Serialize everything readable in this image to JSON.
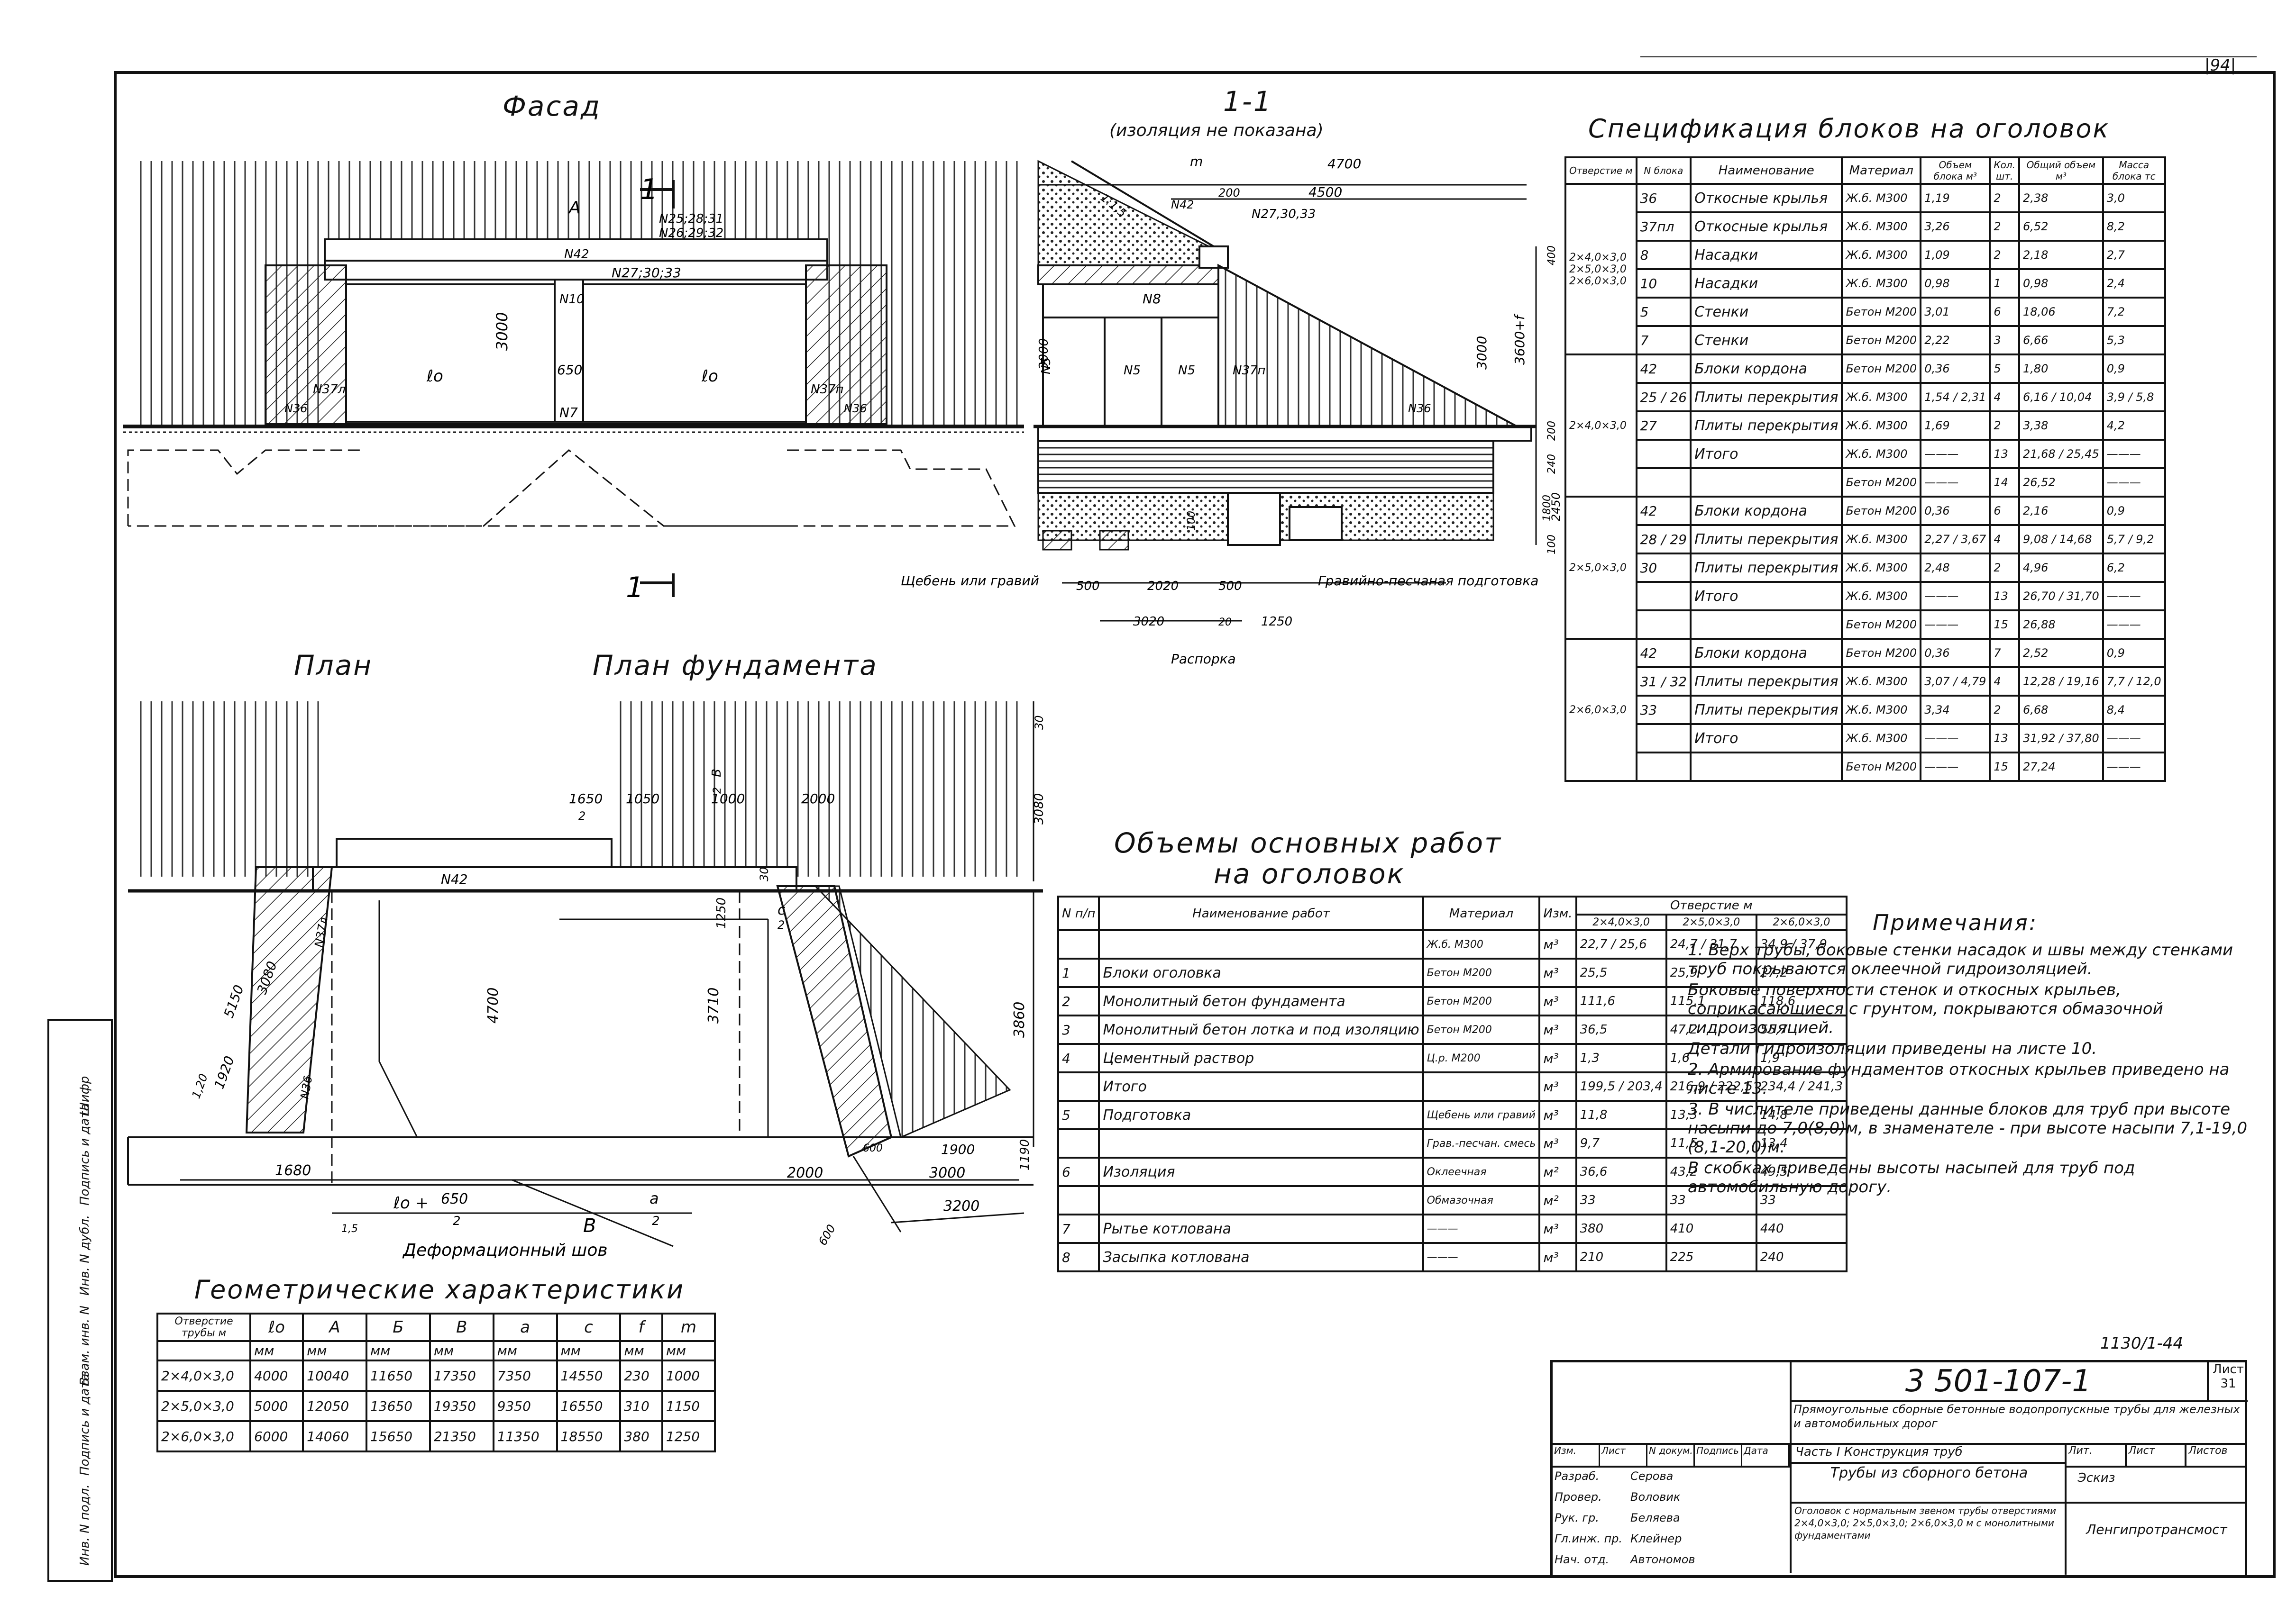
{
  "sheet": {
    "page_no": "|94|",
    "code": "1130/1-44",
    "drawing_no": "3 501-107-1",
    "sheet_label": "Лист",
    "sheet_value": "31"
  },
  "titles": {
    "fasad": "Фасад",
    "section": "1-1",
    "section_note": "(изоляция не показана)",
    "plan": "План",
    "plan_found": "План фундамента",
    "geom": "Геометрические характеристики",
    "volumes_1": "Объемы основных работ",
    "volumes_2": "на оголовок",
    "spec": "Спецификация блоков на оголовок",
    "notes": "Примечания:"
  },
  "fasad_labels": [
    "A",
    "N25;28;31",
    "N26;29;32",
    "N42",
    "N27;30;33",
    "N10",
    "3000",
    "ℓo",
    "ℓo",
    "650",
    "N7",
    "N37л",
    "N37п",
    "N36",
    "N36"
  ],
  "section_labels": [
    "m",
    "4700",
    "1:1,5",
    "N42",
    "200",
    "4500",
    "N27,30,33",
    "N8",
    "N5",
    "N5",
    "N5",
    "N37п",
    "N36",
    "3000",
    "3000",
    "3600+f",
    "400",
    "200",
    "240",
    "100",
    "1800",
    "2450",
    "500",
    "2020",
    "500",
    "3020",
    "20",
    "1250",
    "100"
  ],
  "section_leaders": [
    "Щебень или гравий",
    "Гравийно-песчаная подготовка",
    "Распорка"
  ],
  "plan_labels": [
    "1680",
    "650",
    "2",
    "ℓo +",
    "B",
    "a",
    "2",
    "2000",
    "3000",
    "3200",
    "1900",
    "600",
    "1190",
    "3860",
    "4700",
    "3710",
    "1250",
    "30",
    "c",
    "2",
    "N42",
    "N36",
    "N37л",
    "5150",
    "3080",
    "1920",
    "1,20",
    "1650",
    "2",
    "1050",
    "1000",
    "B",
    "2",
    "2000",
    "30",
    "3080",
    "600",
    "1,5"
  ],
  "plan_leaders": [
    "Деформационный шов"
  ],
  "geom": {
    "headers": [
      "Отверстие трубы м",
      "ℓo",
      "A",
      "Б",
      "B",
      "a",
      "c",
      "f",
      "m"
    ],
    "units": [
      "",
      "мм",
      "мм",
      "мм",
      "мм",
      "мм",
      "мм",
      "мм",
      "мм"
    ],
    "rows": [
      [
        "2×4,0×3,0",
        "4000",
        "10040",
        "11650",
        "17350",
        "7350",
        "14550",
        "230",
        "1000"
      ],
      [
        "2×5,0×3,0",
        "5000",
        "12050",
        "13650",
        "19350",
        "9350",
        "16550",
        "310",
        "1150"
      ],
      [
        "2×6,0×3,0",
        "6000",
        "14060",
        "15650",
        "21350",
        "11350",
        "18550",
        "380",
        "1250"
      ]
    ]
  },
  "volumes": {
    "h_no": "N п/п",
    "h_name": "Наименование работ",
    "h_mat": "Материал",
    "h_unit": "Изм.",
    "h_open": "Отверстие м",
    "cols": [
      "2×4,0×3,0",
      "2×5,0×3,0",
      "2×6,0×3,0"
    ],
    "rows": [
      {
        "no": "",
        "name": "",
        "mat": "Ж.б. М300",
        "unit": "м³",
        "v": [
          "22,7 / 25,6",
          "24,7 / 31,7",
          "34,9 / 37,9"
        ]
      },
      {
        "no": "1",
        "name": "Блоки оголовка",
        "mat": "Бетон М200",
        "unit": "м³",
        "v": [
          "25,5",
          "25,9",
          "27,2"
        ]
      },
      {
        "no": "2",
        "name": "Монолитный бетон фундамента",
        "mat": "Бетон М200",
        "unit": "м³",
        "v": [
          "111,6",
          "115,1",
          "118,6"
        ]
      },
      {
        "no": "3",
        "name": "Монолитный бетон лотка и под изоляцию",
        "mat": "Бетон М200",
        "unit": "м³",
        "v": [
          "36,5",
          "47,2",
          "55,7"
        ]
      },
      {
        "no": "4",
        "name": "Цементный раствор",
        "mat": "Ц.р. М200",
        "unit": "м³",
        "v": [
          "1,3",
          "1,6",
          "1,9"
        ]
      },
      {
        "no": "",
        "name": "Итого",
        "mat": "",
        "unit": "м³",
        "v": [
          "199,5 / 203,4",
          "216,9 / 222,5",
          "234,4 / 241,3"
        ]
      },
      {
        "no": "5",
        "name": "Подготовка",
        "mat": "Щебень или гравий",
        "unit": "м³",
        "v": [
          "11,8",
          "13,3",
          "14,8"
        ]
      },
      {
        "no": "",
        "name": "",
        "mat": "Грав.-песчан. смесь",
        "unit": "м³",
        "v": [
          "9,7",
          "11,5",
          "13,4"
        ]
      },
      {
        "no": "6",
        "name": "Изоляция",
        "mat": "Оклеечная",
        "unit": "м²",
        "v": [
          "36,6",
          "43,2",
          "49,5"
        ]
      },
      {
        "no": "",
        "name": "",
        "mat": "Обмазочная",
        "unit": "м²",
        "v": [
          "33",
          "33",
          "33"
        ]
      },
      {
        "no": "7",
        "name": "Рытье котлована",
        "mat": "———",
        "unit": "м³",
        "v": [
          "380",
          "410",
          "440"
        ]
      },
      {
        "no": "8",
        "name": "Засыпка котлована",
        "mat": "———",
        "unit": "м³",
        "v": [
          "210",
          "225",
          "240"
        ]
      }
    ]
  },
  "spec": {
    "h_open": "Отверстие м",
    "h_no": "N блока",
    "h_name": "Наименование",
    "h_mat": "Материал",
    "h_vol": "Объем блока м³",
    "h_qty": "Кол. шт.",
    "h_total": "Общий объем м³",
    "h_mass": "Масса блока тс",
    "groups": [
      {
        "label": "2×4,0×3,0 2×5,0×3,0 2×6,0×3,0",
        "rows": [
          [
            "36",
            "Откосные крылья",
            "Ж.б. М300",
            "1,19",
            "2",
            "2,38",
            "3,0"
          ],
          [
            "37пл",
            "Откосные крылья",
            "Ж.б. М300",
            "3,26",
            "2",
            "6,52",
            "8,2"
          ],
          [
            "8",
            "Насадки",
            "Ж.б. М300",
            "1,09",
            "2",
            "2,18",
            "2,7"
          ],
          [
            "10",
            "Насадки",
            "Ж.б. М300",
            "0,98",
            "1",
            "0,98",
            "2,4"
          ],
          [
            "5",
            "Стенки",
            "Бетон М200",
            "3,01",
            "6",
            "18,06",
            "7,2"
          ],
          [
            "7",
            "Стенки",
            "Бетон М200",
            "2,22",
            "3",
            "6,66",
            "5,3"
          ]
        ]
      },
      {
        "label": "2×4,0×3,0",
        "rows": [
          [
            "42",
            "Блоки кордона",
            "Бетон М200",
            "0,36",
            "5",
            "1,80",
            "0,9"
          ],
          [
            "25 / 26",
            "Плиты перекрытия",
            "Ж.б. М300",
            "1,54 / 2,31",
            "4",
            "6,16 / 10,04",
            "3,9 / 5,8"
          ],
          [
            "27",
            "Плиты перекрытия",
            "Ж.б. М300",
            "1,69",
            "2",
            "3,38",
            "4,2"
          ],
          [
            "",
            "Итого",
            "Ж.б. М300",
            "———",
            "13",
            "21,68 / 25,45",
            "———"
          ],
          [
            "",
            "",
            "Бетон М200",
            "———",
            "14",
            "26,52",
            "———"
          ]
        ]
      },
      {
        "label": "2×5,0×3,0",
        "rows": [
          [
            "42",
            "Блоки кордона",
            "Бетон М200",
            "0,36",
            "6",
            "2,16",
            "0,9"
          ],
          [
            "28 / 29",
            "Плиты перекрытия",
            "Ж.б. М300",
            "2,27 / 3,67",
            "4",
            "9,08 / 14,68",
            "5,7 / 9,2"
          ],
          [
            "30",
            "Плиты перекрытия",
            "Ж.б. М300",
            "2,48",
            "2",
            "4,96",
            "6,2"
          ],
          [
            "",
            "Итого",
            "Ж.б. М300",
            "———",
            "13",
            "26,70 / 31,70",
            "———"
          ],
          [
            "",
            "",
            "Бетон М200",
            "———",
            "15",
            "26,88",
            "———"
          ]
        ]
      },
      {
        "label": "2×6,0×3,0",
        "rows": [
          [
            "42",
            "Блоки кордона",
            "Бетон М200",
            "0,36",
            "7",
            "2,52",
            "0,9"
          ],
          [
            "31 / 32",
            "Плиты перекрытия",
            "Ж.б. М300",
            "3,07 / 4,79",
            "4",
            "12,28 / 19,16",
            "7,7 / 12,0"
          ],
          [
            "33",
            "Плиты перекрытия",
            "Ж.б. М300",
            "3,34",
            "2",
            "6,68",
            "8,4"
          ],
          [
            "",
            "Итого",
            "Ж.б. М300",
            "———",
            "13",
            "31,92 / 37,80",
            "———"
          ],
          [
            "",
            "",
            "Бетон М200",
            "———",
            "15",
            "27,24",
            "———"
          ]
        ]
      }
    ]
  },
  "notes": [
    "1. Верх трубы, боковые стенки насадок и швы между стенками труб покрываются оклеечной гидроизоляцией.",
    "Боковые поверхности стенок и откосных крыльев, соприкасающиеся с грунтом, покрываются обмазочной гидроизоляцией.",
    "Детали гидроизоляции приведены на листе 10.",
    "2. Армирование фундаментов откосных крыльев приведено на листе 13.",
    "3. В числителе приведены данные блоков для труб при высоте насыпи до 7,0(8,0)м, в знаменателе - при высоте насыпи 7,1-19,0 (8,1-20,0)м.",
    "В скобках приведены высоты насыпей для труб под автомобильную дорогу."
  ],
  "stamp": {
    "cols": [
      "Изм.",
      "Лист",
      "N докум.",
      "Подпись",
      "Дата"
    ],
    "people": [
      [
        "Разраб.",
        "Серова"
      ],
      [
        "Провер.",
        "Воловик"
      ],
      [
        "Рук. гр.",
        "Беляева"
      ],
      [
        "Гл.инж. пр.",
        "Клейнер"
      ],
      [
        "Нач. отд.",
        "Автономов"
      ]
    ],
    "project": "Прямоугольные сборные бетонные водопропускные трубы для железных и автомобильных дорог",
    "part": "Часть I Конструкция труб",
    "lit": "Лит.",
    "list": "Лист",
    "lists": "Листов",
    "title1": "Трубы из сборного бетона",
    "title2": "Оголовок с нормальным звеном трубы отверстиями 2×4,0×3,0; 2×5,0×3,0; 2×6,0×3,0 м с монолитными фундаментами",
    "stage": "Эскиз",
    "org": "Ленгипротрансмост"
  },
  "side_stamp": [
    "Инв. N подл.",
    "Подпись и дата",
    "Взам. инв. N",
    "Инв. N дубл.",
    "Подпись и дата",
    "Шифр"
  ]
}
